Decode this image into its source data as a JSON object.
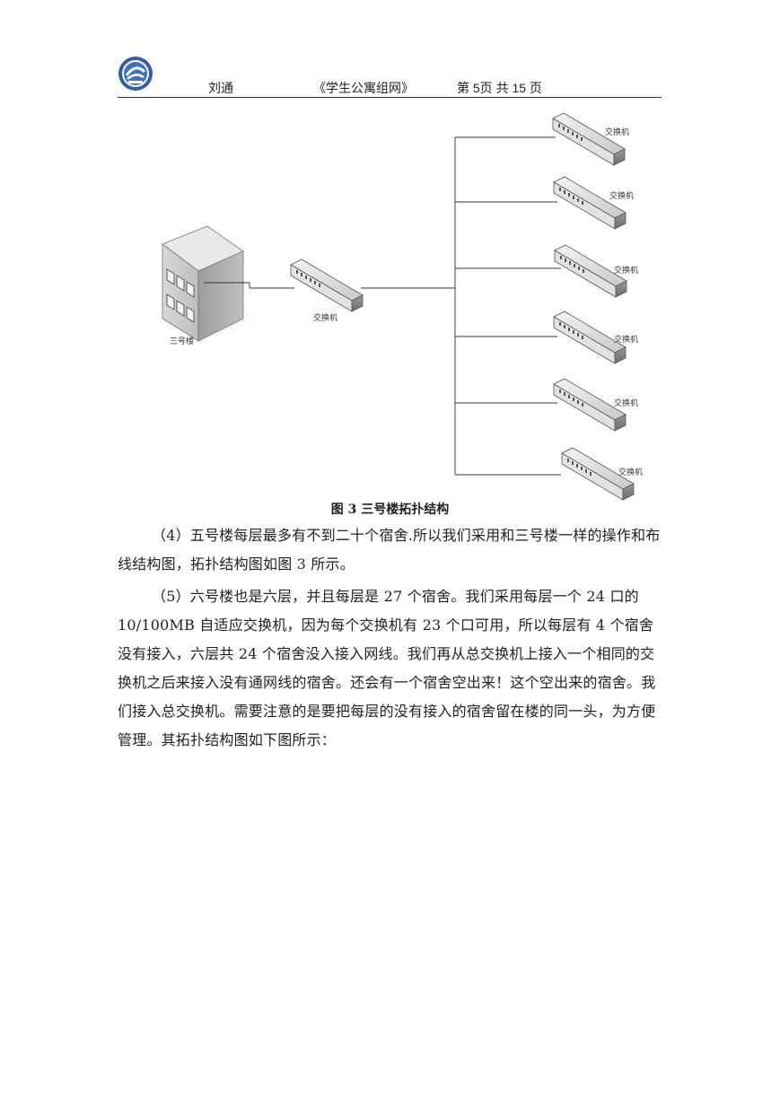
{
  "header": {
    "author": "刘通",
    "title": "《学生公寓组网》",
    "page": "第 5页  共 15 页"
  },
  "diagram": {
    "building_label": "三号楼",
    "main_switch_label": "交换机",
    "switch_labels": [
      "交换机",
      "交换机",
      "交换机",
      "交换机",
      "交换机",
      "交换机"
    ]
  },
  "figure_caption": "图 3  三号楼拓扑结构",
  "paragraphs": {
    "p4": "（4）五号楼每层最多有不到二十个宿舍.所以我们采用和三号楼一样的操作和布线结构图，拓扑结构图如图 3 所示。",
    "p5": "（5）六号楼也是六层，并且每层是 27 个宿舍。我们采用每层一个 24 口的 10/100MB 自适应交换机，因为每个交换机有 23 个口可用，所以每层有 4 个宿舍没有接入，六层共 24 个宿舍没入接入网线。我们再从总交换机上接入一个相同的交换机之后来接入没有通网线的宿舍。还会有一个宿舍空出来！这个空出来的宿舍。我们接入总交换机。需要注意的是要把每层的没有接入的宿舍留在楼的同一头，为方便管理。其拓扑结构图如下图所示："
  }
}
